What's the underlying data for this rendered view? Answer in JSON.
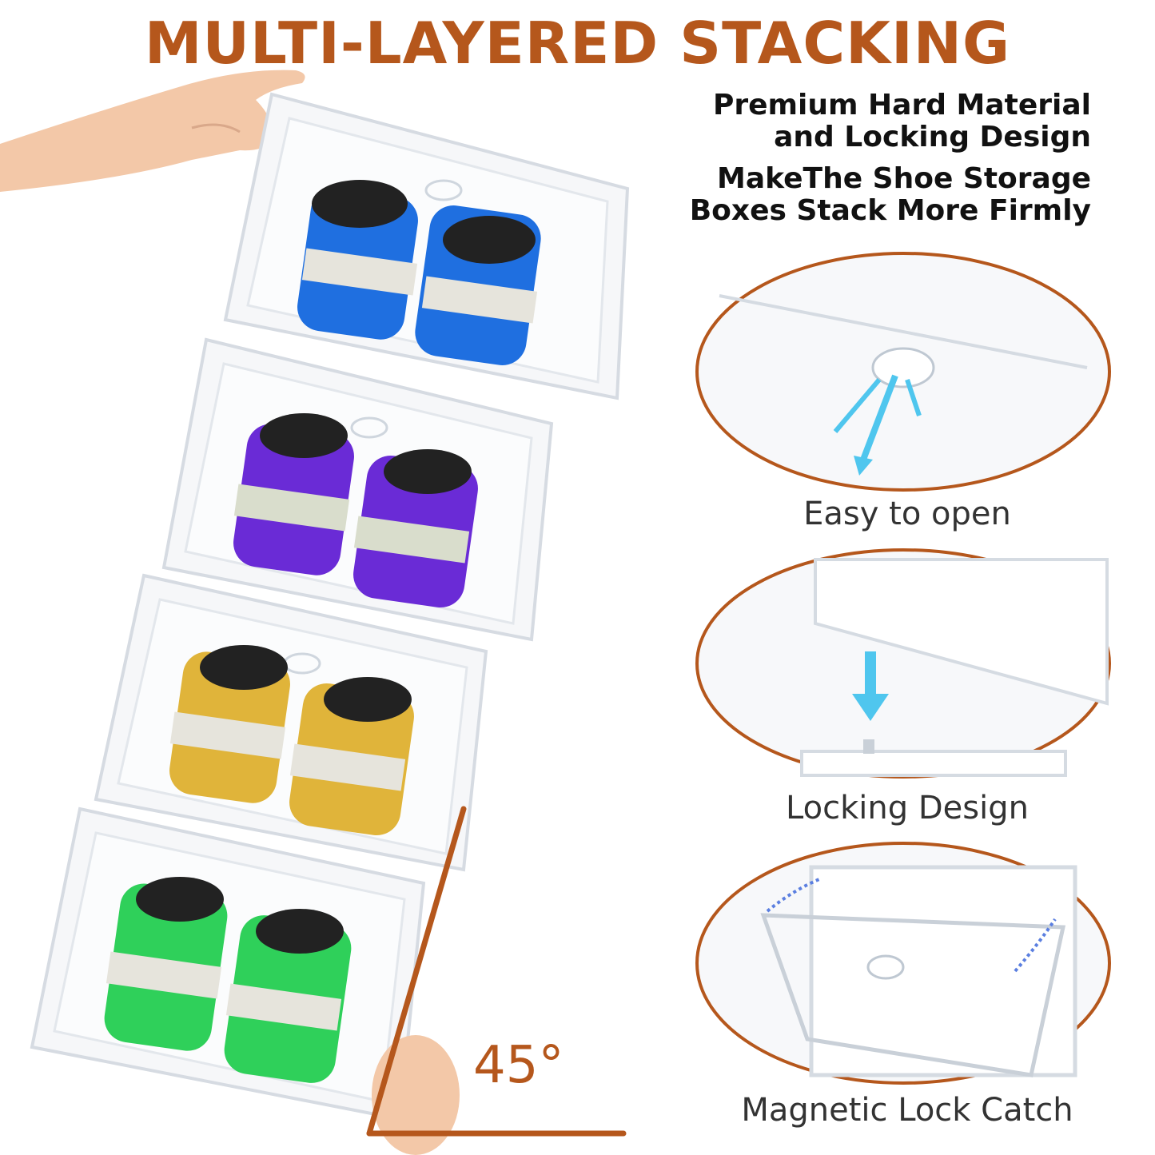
{
  "title": "MULTI-LAYERED STACKING",
  "features": {
    "line1a": "Premium Hard Material",
    "line1b": "and Locking Design",
    "line2a": "MakeThe Shoe Storage",
    "line2b": "Boxes Stack More Firmly"
  },
  "details": [
    {
      "caption": "Easy to open"
    },
    {
      "caption": "Locking Design"
    },
    {
      "caption": "Magnetic Lock Catch"
    }
  ],
  "angle_label": "45°",
  "colors": {
    "accent": "#b5571c",
    "shoe_blue": "#1f6fe0",
    "shoe_purple": "#6a2bd6",
    "shoe_yellow": "#e0b43a",
    "shoe_green": "#2fd05a"
  }
}
